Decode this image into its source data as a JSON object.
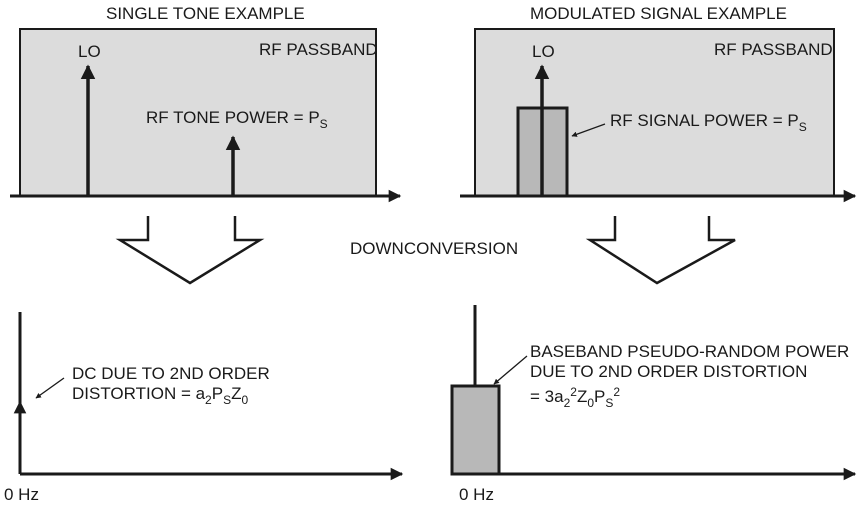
{
  "left_panel": {
    "title": "SINGLE TONE EXAMPLE",
    "lo_label": "LO",
    "passband_label": "RF PASSBAND",
    "tone_power_label": "RF TONE POWER = P",
    "tone_power_sub": "S"
  },
  "right_panel": {
    "title": "MODULATED SIGNAL EXAMPLE",
    "lo_label": "LO",
    "passband_label": "RF PASSBAND",
    "signal_power_label": "RF SIGNAL POWER = P",
    "signal_power_sub": "S"
  },
  "center": {
    "process_label": "DOWNCONVERSION"
  },
  "bottom_left": {
    "dc_line1": "DC DUE TO 2ND ORDER",
    "dc_line2_prefix": "DISTORTION = a",
    "dc_sub1": "2",
    "dc_mid1": "P",
    "dc_sub2": "S",
    "dc_mid2": "Z",
    "dc_sub3": "0",
    "axis_label": "0 Hz"
  },
  "bottom_right": {
    "bb_line1": "BASEBAND PSEUDO-RANDOM POWER",
    "bb_line2": "DUE TO 2ND ORDER DISTORTION",
    "bb_line3_prefix": "= 3a",
    "bb_sub1": "2",
    "bb_sup1": "2",
    "bb_mid1": "Z",
    "bb_sub2": "0",
    "bb_mid2": "P",
    "bb_sub3": "S",
    "bb_sup2": "2",
    "axis_label": "0 Hz"
  },
  "colors": {
    "passband_fill": "#dcdcdc",
    "signal_fill": "#b8b8b8",
    "stroke": "#1a1a1a"
  }
}
